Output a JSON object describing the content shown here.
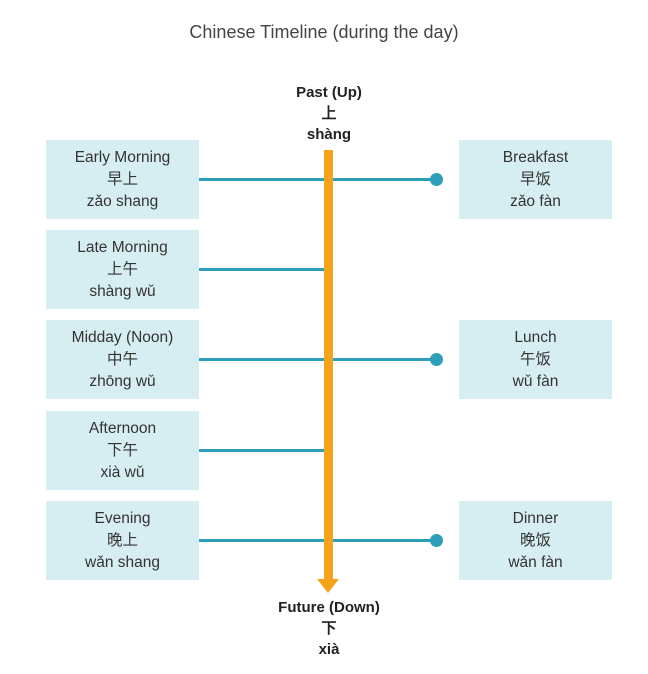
{
  "title": "Chinese Timeline (during the day)",
  "axis": {
    "top": {
      "english": "Past (Up)",
      "hanzi": "上",
      "pinyin": "shàng"
    },
    "bottom": {
      "english": "Future (Down)",
      "hanzi": "下",
      "pinyin": "xià"
    }
  },
  "times": [
    {
      "english": "Early Morning",
      "hanzi": "早上",
      "pinyin": "zǎo shang"
    },
    {
      "english": "Late Morning",
      "hanzi": "上午",
      "pinyin": "shàng wǔ"
    },
    {
      "english": "Midday (Noon)",
      "hanzi": "中午",
      "pinyin": "zhōng wǔ"
    },
    {
      "english": "Afternoon",
      "hanzi": "下午",
      "pinyin": "xià wǔ"
    },
    {
      "english": "Evening",
      "hanzi": "晚上",
      "pinyin": "wǎn shang"
    }
  ],
  "meals": [
    {
      "english": "Breakfast",
      "hanzi": "早饭",
      "pinyin": "zǎo fàn"
    },
    {
      "english": "Lunch",
      "hanzi": "午饭",
      "pinyin": "wǔ fàn"
    },
    {
      "english": "Dinner",
      "hanzi": "晚饭",
      "pinyin": "wǎn fàn"
    }
  ],
  "colors": {
    "box_fill": "#d6eef1",
    "connector": "#2e9fba",
    "arrow": "#f5a31a"
  }
}
